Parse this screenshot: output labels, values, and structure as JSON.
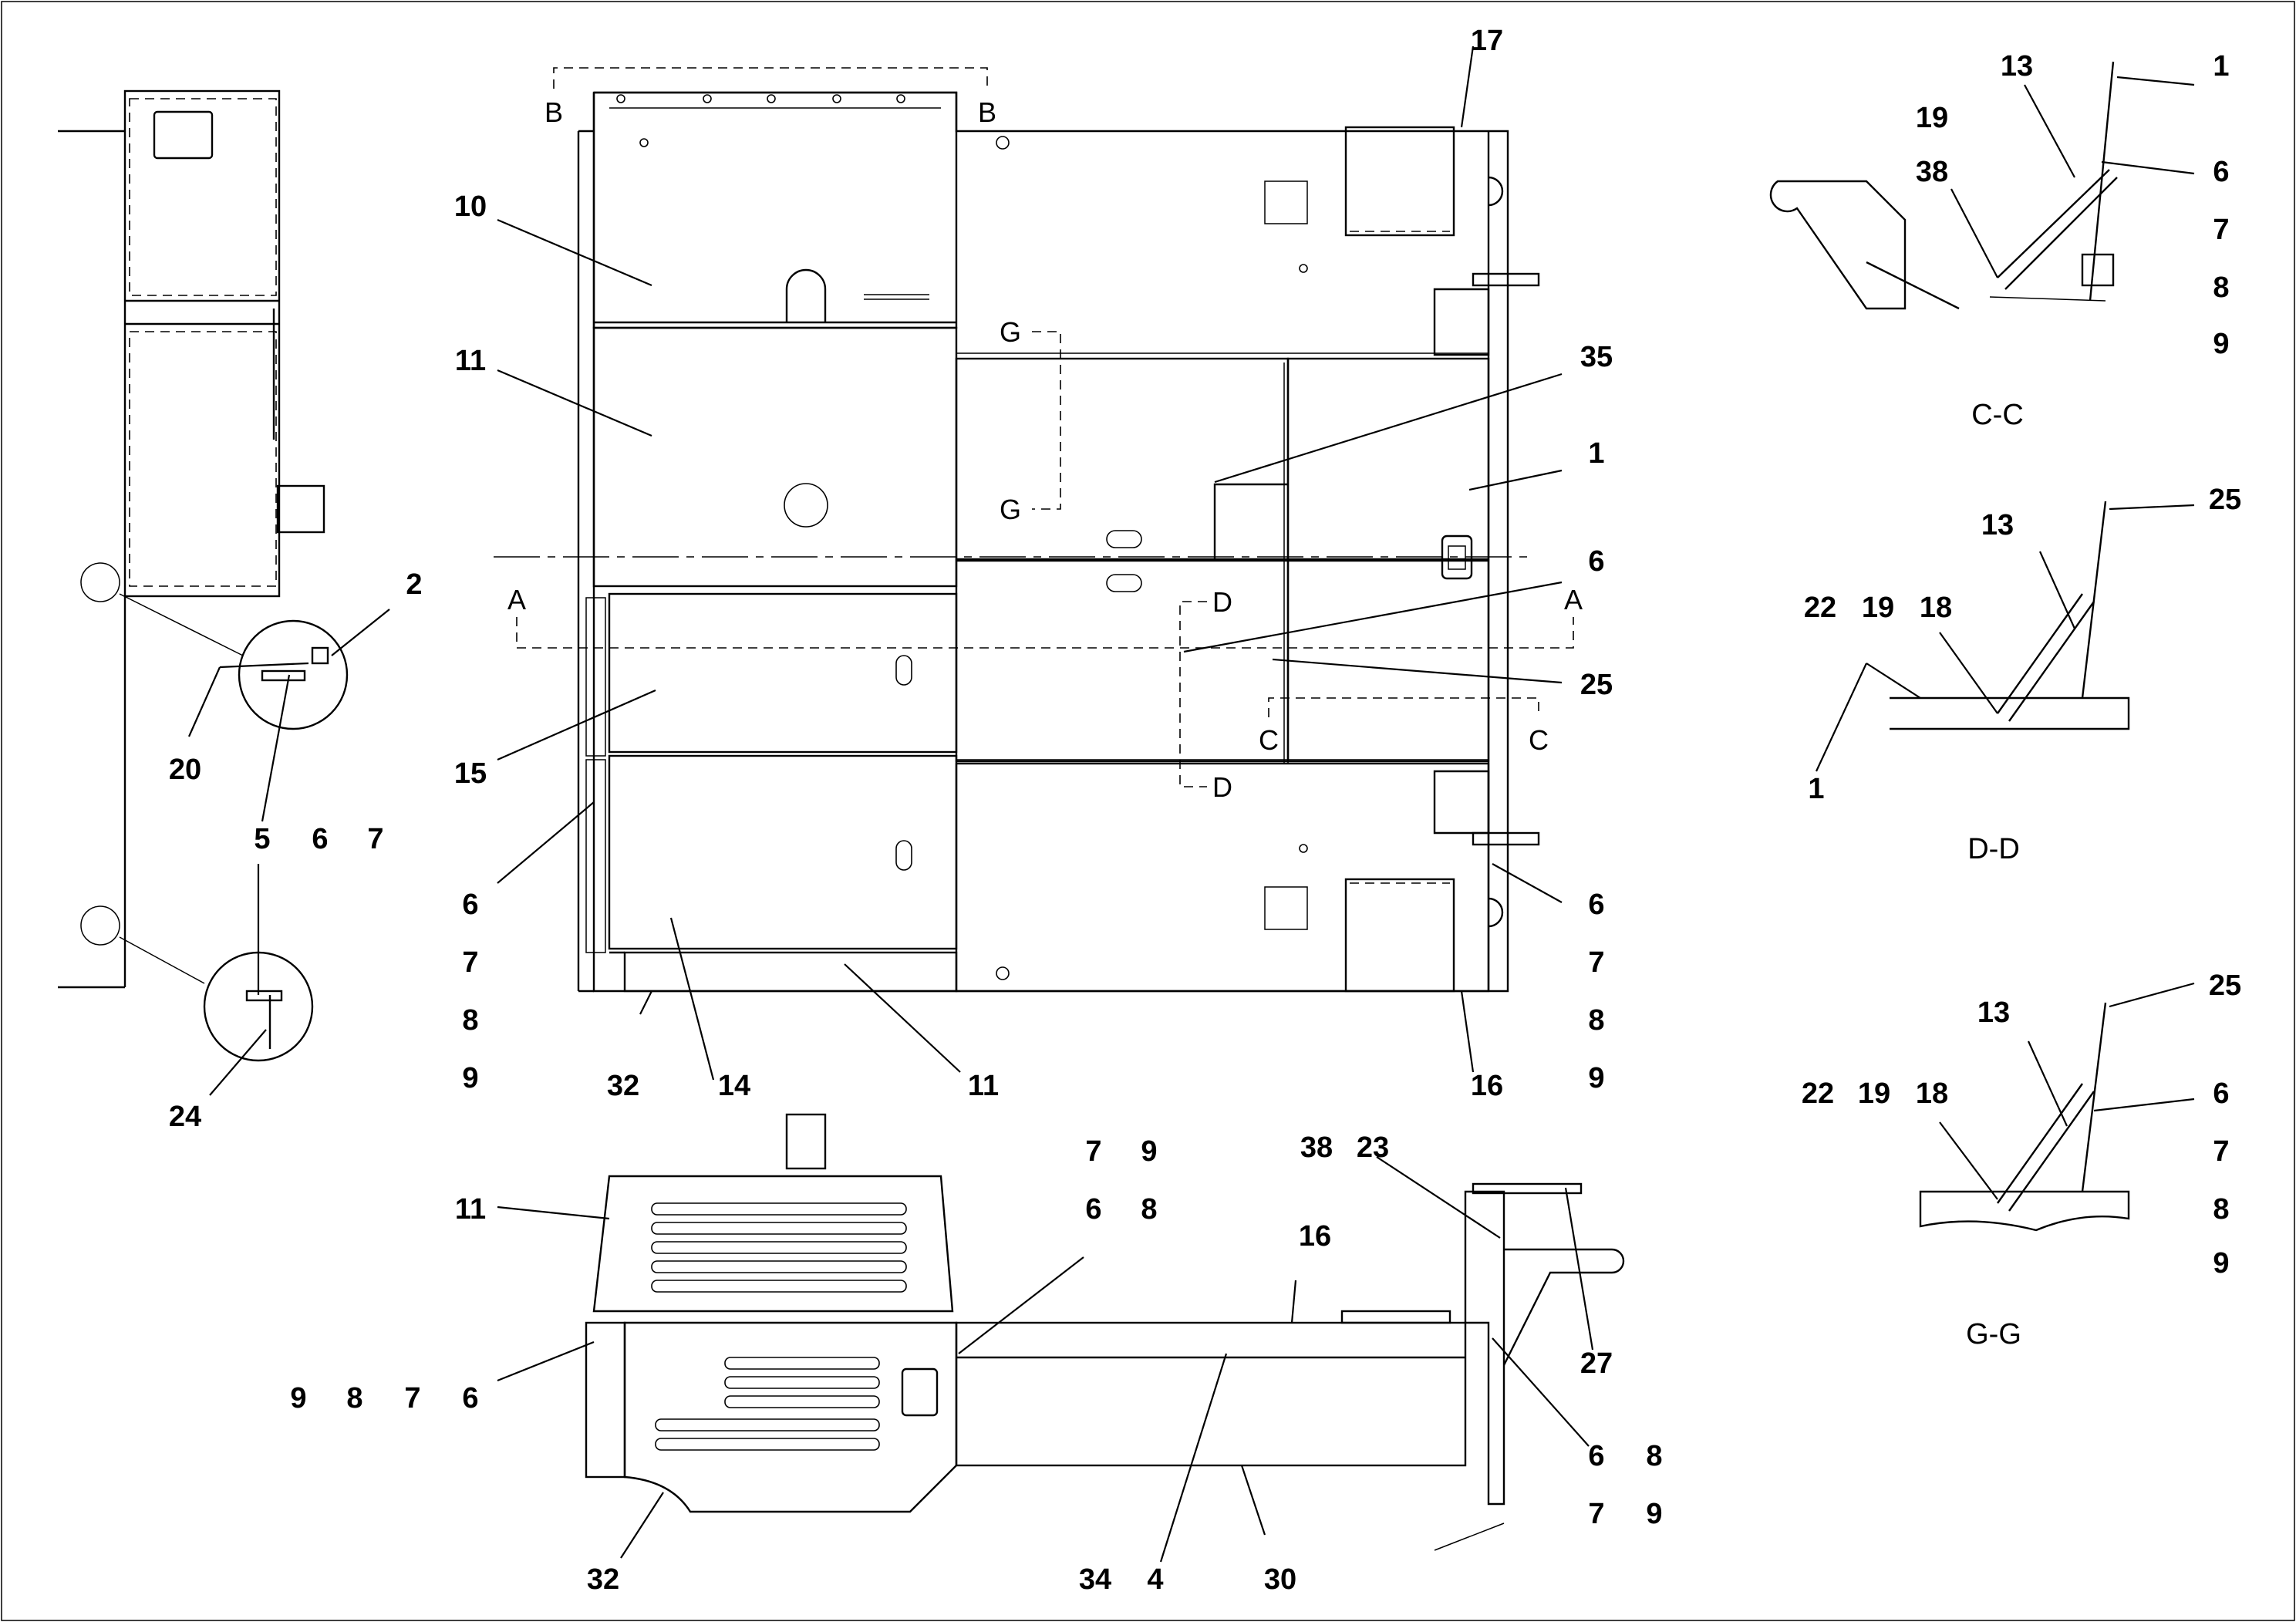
{
  "main_view": {
    "callouts": [
      {
        "id": "c17",
        "text": "17"
      },
      {
        "id": "c10",
        "text": "10"
      },
      {
        "id": "c11a",
        "text": "11"
      },
      {
        "id": "c35",
        "text": "35"
      },
      {
        "id": "c1",
        "text": "1"
      },
      {
        "id": "c6a",
        "text": "6"
      },
      {
        "id": "c25",
        "text": "25"
      },
      {
        "id": "c15",
        "text": "15"
      },
      {
        "id": "c6b",
        "text": "6"
      },
      {
        "id": "c7b",
        "text": "7"
      },
      {
        "id": "c8b",
        "text": "8"
      },
      {
        "id": "c9b",
        "text": "9"
      },
      {
        "id": "c32",
        "text": "32"
      },
      {
        "id": "c14",
        "text": "14"
      },
      {
        "id": "c11b",
        "text": "11"
      },
      {
        "id": "c16",
        "text": "16"
      },
      {
        "id": "c6c",
        "text": "6"
      },
      {
        "id": "c7c",
        "text": "7"
      },
      {
        "id": "c8c",
        "text": "8"
      },
      {
        "id": "c9c",
        "text": "9"
      }
    ],
    "section_markers": [
      "B",
      "B",
      "G",
      "G",
      "A",
      "A",
      "D",
      "D",
      "C",
      "C"
    ]
  },
  "left_view": {
    "callouts": [
      {
        "id": "l2",
        "text": "2"
      },
      {
        "id": "l20",
        "text": "20"
      },
      {
        "id": "l5",
        "text": "5"
      },
      {
        "id": "l6",
        "text": "6"
      },
      {
        "id": "l7",
        "text": "7"
      },
      {
        "id": "l24",
        "text": "24"
      }
    ]
  },
  "bottom_view": {
    "callouts": [
      {
        "id": "b11",
        "text": "11"
      },
      {
        "id": "b7",
        "text": "7"
      },
      {
        "id": "b9",
        "text": "9"
      },
      {
        "id": "b6",
        "text": "6"
      },
      {
        "id": "b8",
        "text": "8"
      },
      {
        "id": "b38",
        "text": "38"
      },
      {
        "id": "b23",
        "text": "23"
      },
      {
        "id": "b16",
        "text": "16"
      },
      {
        "id": "b27",
        "text": "27"
      },
      {
        "id": "b9l",
        "text": "9"
      },
      {
        "id": "b8l",
        "text": "8"
      },
      {
        "id": "b7l",
        "text": "7"
      },
      {
        "id": "b6l",
        "text": "6"
      },
      {
        "id": "b6r",
        "text": "6"
      },
      {
        "id": "b8r",
        "text": "8"
      },
      {
        "id": "b7r",
        "text": "7"
      },
      {
        "id": "b9r",
        "text": "9"
      },
      {
        "id": "b32",
        "text": "32"
      },
      {
        "id": "b34",
        "text": "34"
      },
      {
        "id": "b4",
        "text": "4"
      },
      {
        "id": "b30",
        "text": "30"
      }
    ]
  },
  "section_cc": {
    "caption": "C-C",
    "callouts": [
      {
        "id": "s13",
        "text": "13"
      },
      {
        "id": "s1",
        "text": "1"
      },
      {
        "id": "s19",
        "text": "19"
      },
      {
        "id": "s38",
        "text": "38"
      },
      {
        "id": "s6",
        "text": "6"
      },
      {
        "id": "s7",
        "text": "7"
      },
      {
        "id": "s8",
        "text": "8"
      },
      {
        "id": "s9",
        "text": "9"
      }
    ]
  },
  "section_dd": {
    "caption": "D-D",
    "callouts": [
      {
        "id": "d13",
        "text": "13"
      },
      {
        "id": "d25",
        "text": "25"
      },
      {
        "id": "d22",
        "text": "22"
      },
      {
        "id": "d19",
        "text": "19"
      },
      {
        "id": "d18",
        "text": "18"
      },
      {
        "id": "d1",
        "text": "1"
      }
    ]
  },
  "section_gg": {
    "caption": "G-G",
    "callouts": [
      {
        "id": "g13",
        "text": "13"
      },
      {
        "id": "g25",
        "text": "25"
      },
      {
        "id": "g22",
        "text": "22"
      },
      {
        "id": "g19",
        "text": "19"
      },
      {
        "id": "g18",
        "text": "18"
      },
      {
        "id": "g6",
        "text": "6"
      },
      {
        "id": "g7",
        "text": "7"
      },
      {
        "id": "g8",
        "text": "8"
      },
      {
        "id": "g9",
        "text": "9"
      }
    ]
  }
}
